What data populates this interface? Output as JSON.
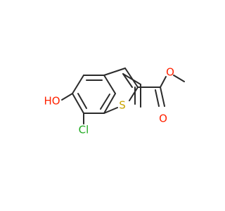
{
  "molecule": {
    "atom_labels": {
      "oxygen_carbonyl": "O",
      "oxygen_ester": "O",
      "sulfur": "S",
      "hydroxyl": "HO",
      "chlorine": "Cl"
    },
    "colors": {
      "bond": "#2b2b2b",
      "oxygen": "#ff2200",
      "sulfur": "#c9a400",
      "chlorine": "#22aa22"
    }
  }
}
